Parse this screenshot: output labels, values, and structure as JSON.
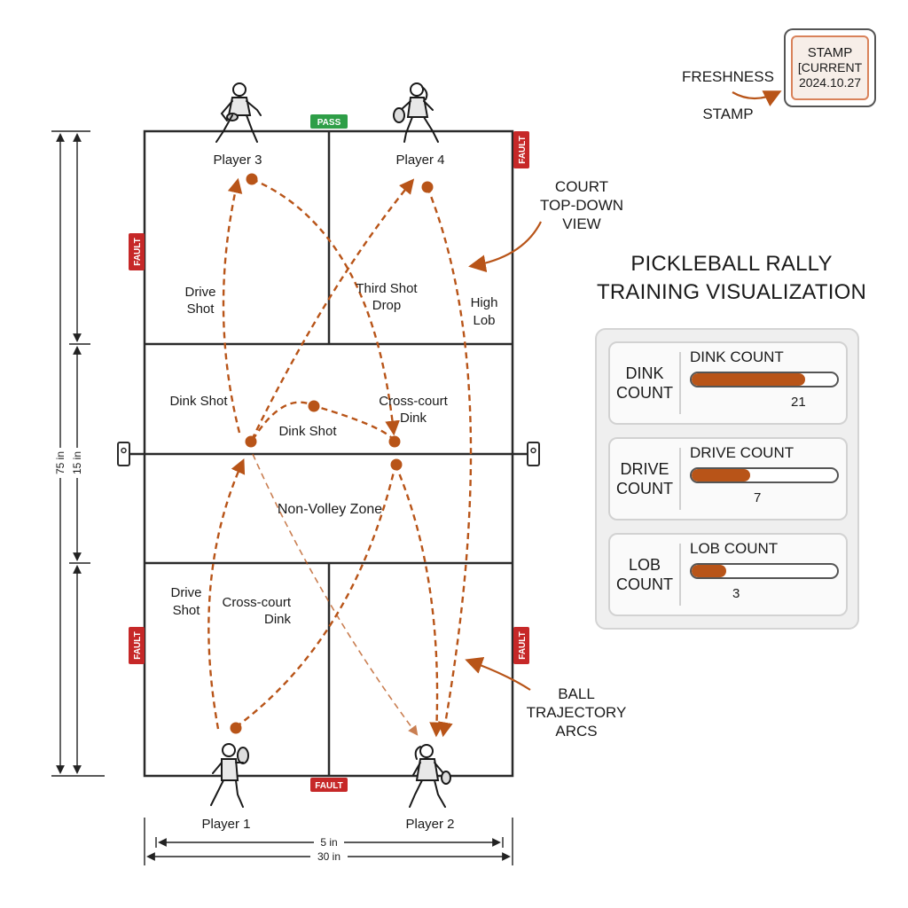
{
  "title": {
    "line1": "PICKLEBALL RALLY",
    "line2": "TRAINING VISUALIZATION"
  },
  "stamp": {
    "callout_line1": "FRESHNESS",
    "callout_line2": "STAMP",
    "line1": "STAMP",
    "line2": "[CURRENT",
    "line3": "2024.10.27"
  },
  "callouts": {
    "court_view": "COURT\nTOP-DOWN\nVIEW",
    "trajectories": "BALL\nTRAJECTORY\nARCS"
  },
  "court": {
    "players": [
      "Player 3",
      "Player 4",
      "Player 1",
      "Player 2"
    ],
    "zone_label": "Non-Volley Zone",
    "tags": {
      "pass": "PASS",
      "fault": "FAULT"
    },
    "shot_labels": {
      "drive_shot": "Drive Shot",
      "third_shot_drop": "Third Shot Drop",
      "high_lob": "High Lob",
      "dink_shot_left": "Dink Shot",
      "dink_shot_center": "Dink Shot",
      "crosscourt_dink_top": "Cross-court Dink",
      "drive_shot_bottom": "Drive Shot",
      "crosscourt_dink_bottom": "Cross-court Dink"
    },
    "dimensions": {
      "total_length": "75 in",
      "kitchen_depth": "15 in",
      "half_width": "5 in",
      "total_width": "30 in"
    }
  },
  "counters": [
    {
      "side": "DINK\nCOUNT",
      "head": "DINK COUNT",
      "value": "21",
      "fraction": 0.78
    },
    {
      "side": "DRIVE\nCOUNT",
      "head": "DRIVE COUNT",
      "value": "7",
      "fraction": 0.4
    },
    {
      "side": "LOB\nCOUNT",
      "head": "LOB COUNT",
      "value": "3",
      "fraction": 0.24
    }
  ],
  "colors": {
    "trajectory": "#b85418",
    "fault_tag": "#c62828",
    "pass_tag": "#2e9e47",
    "line": "#2a2a2a"
  }
}
